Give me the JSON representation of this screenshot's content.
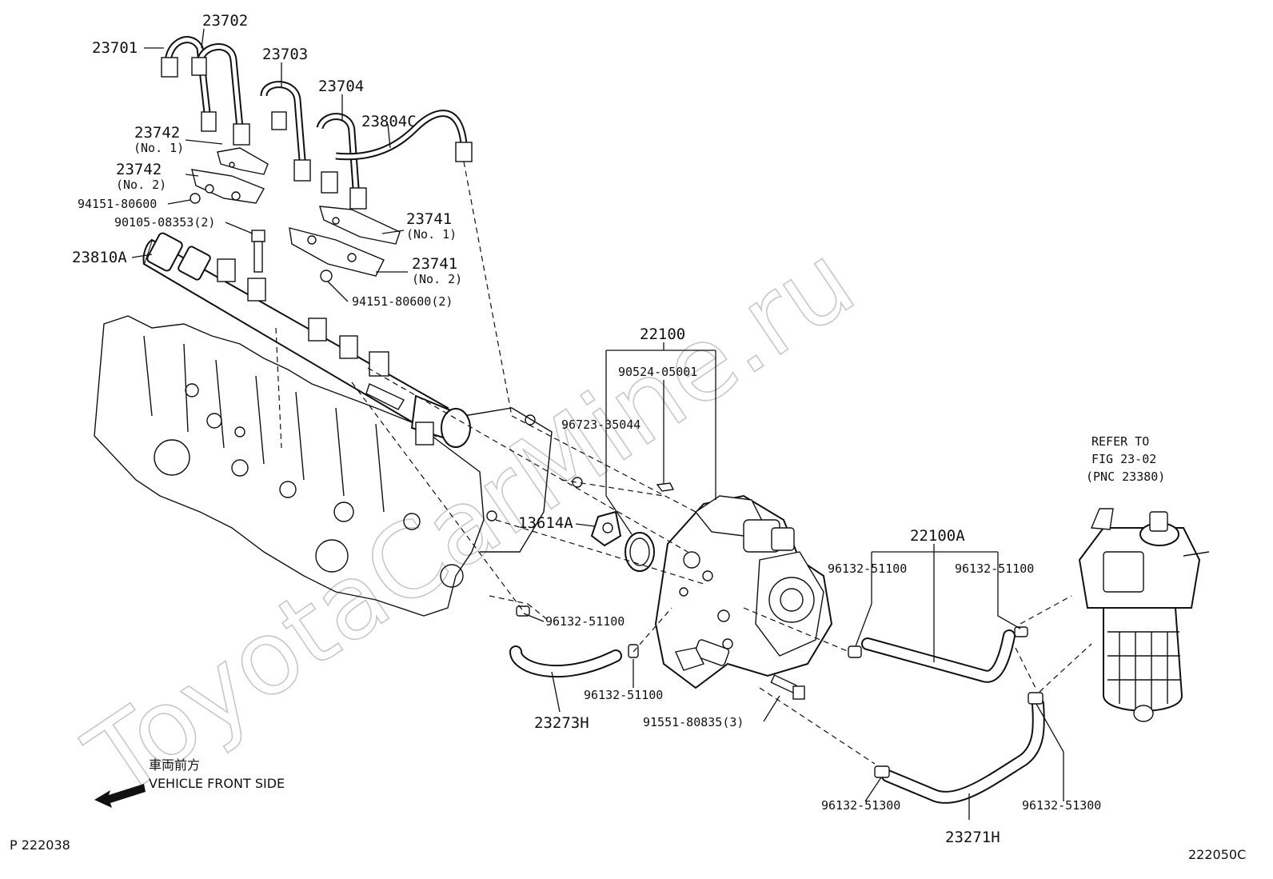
{
  "watermark": "ToyotaCarMine.ru",
  "direction": {
    "jp_label": "車両前方",
    "en_label": "VEHICLE FRONT SIDE"
  },
  "figure_ref": "P 222038",
  "figure_code": "222050C",
  "reference_note": [
    "REFER TO",
    "FIG 23-02",
    "(PNC 23380)"
  ],
  "labels": {
    "p23701": "23701",
    "p23702": "23702",
    "p23703": "23703",
    "p23704": "23704",
    "p23804c": "23804C",
    "p23742_a": "23742",
    "p23742_a_sub": "(No. 1)",
    "p23742_b": "23742",
    "p23742_b_sub": "(No. 2)",
    "p94151_a": "94151-80600",
    "p90105": "90105-08353(2)",
    "p23810a": "23810A",
    "p23741_a": "23741",
    "p23741_a_sub": "(No. 1)",
    "p23741_b": "23741",
    "p23741_b_sub": "(No. 2)",
    "p94151_b": "94151-80600(2)",
    "p22100": "22100",
    "p90524": "90524-05001",
    "p96723": "96723-35044",
    "p13614a": "13614A",
    "p22100a": "22100A",
    "p96132_a": "96132-51100",
    "p96132_b": "96132-51100",
    "p96132_c": "96132-51100",
    "p96132_d": "96132-51100",
    "p23273h": "23273H",
    "p91551": "91551-80835(3)",
    "p96132_e": "96132-51300",
    "p96132_f": "96132-51300",
    "p23271h": "23271H"
  }
}
